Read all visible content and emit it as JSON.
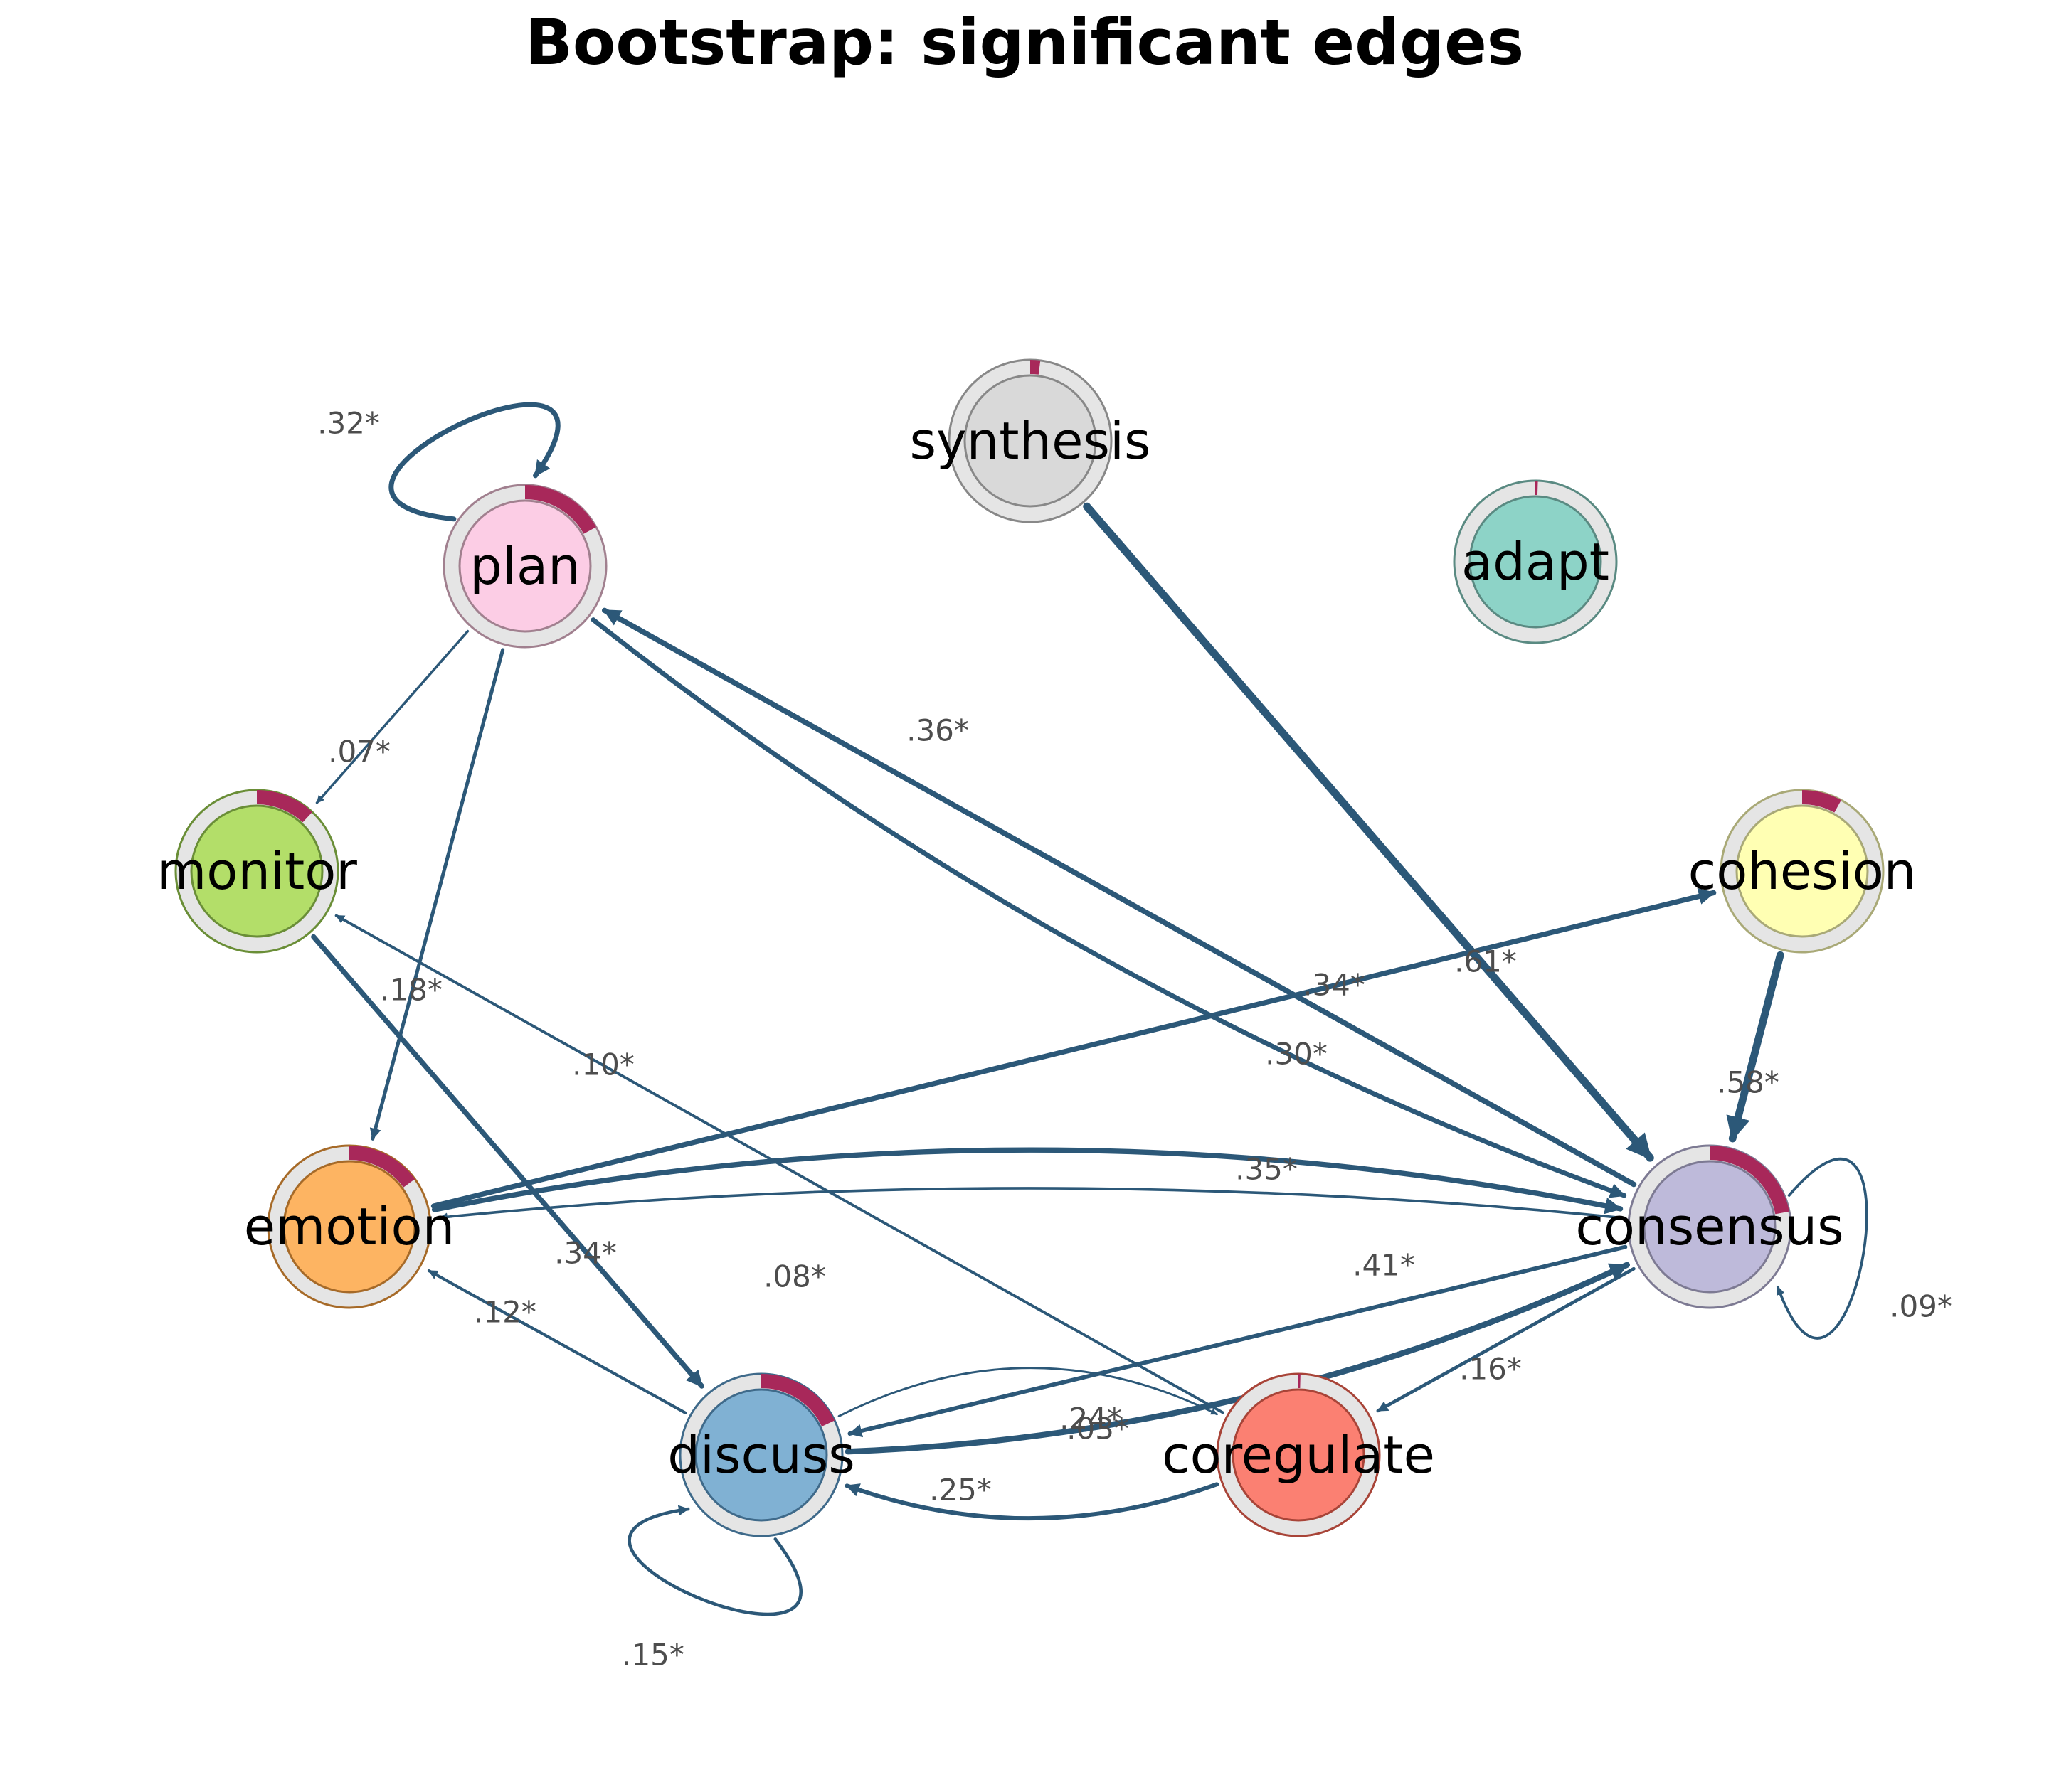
{
  "title": "Bootstrap: significant edges",
  "colors": {
    "edge": "#2c5878",
    "ring_background": "#e5e5e5",
    "ring_fill": "#a8285a",
    "edge_label": "#4d4d4d"
  },
  "nodes": [
    {
      "id": "plan",
      "label": "plan",
      "fill": "#fccde5",
      "ring_fraction": 0.17,
      "border": "#a1808f"
    },
    {
      "id": "synthesis",
      "label": "synthesis",
      "fill": "#d9d9d9",
      "ring_fraction": 0.02,
      "border": "#888888"
    },
    {
      "id": "adapt",
      "label": "adapt",
      "fill": "#8dd3c7",
      "ring_fraction": 0.005,
      "border": "#5a8a82"
    },
    {
      "id": "monitor",
      "label": "monitor",
      "fill": "#b3de69",
      "ring_fraction": 0.12,
      "border": "#6a8e37"
    },
    {
      "id": "cohesion",
      "label": "cohesion",
      "fill": "#ffffb3",
      "ring_fraction": 0.08,
      "border": "#a9a977"
    },
    {
      "id": "emotion",
      "label": "emotion",
      "fill": "#fdb462",
      "ring_fraction": 0.15,
      "border": "#a66a28"
    },
    {
      "id": "consensus",
      "label": "consensus",
      "fill": "#bebada",
      "ring_fraction": 0.22,
      "border": "#7d7a93"
    },
    {
      "id": "discuss",
      "label": "discuss",
      "fill": "#80b1d3",
      "ring_fraction": 0.18,
      "border": "#3f6a8a"
    },
    {
      "id": "coregulate",
      "label": "coregulate",
      "fill": "#fb8072",
      "ring_fraction": 0.004,
      "border": "#a84438"
    }
  ],
  "edges": [
    {
      "from": "plan",
      "to": "plan",
      "label": ".32*",
      "weight": 0.32
    },
    {
      "from": "plan",
      "to": "monitor",
      "label": ".07*",
      "weight": 0.07
    },
    {
      "from": "plan",
      "to": "emotion",
      "label": ".18*",
      "weight": 0.18
    },
    {
      "from": "plan",
      "to": "consensus",
      "label": ".30*",
      "weight": 0.3
    },
    {
      "from": "consensus",
      "to": "plan",
      "label": ".36*",
      "weight": 0.36
    },
    {
      "from": "synthesis",
      "to": "consensus",
      "label": ".61*",
      "weight": 0.61
    },
    {
      "from": "cohesion",
      "to": "consensus",
      "label": ".58*",
      "weight": 0.58
    },
    {
      "from": "emotion",
      "to": "cohesion",
      "label": ".34*",
      "weight": 0.34
    },
    {
      "from": "emotion",
      "to": "consensus",
      "label": ".35*",
      "weight": 0.35
    },
    {
      "from": "consensus",
      "to": "emotion",
      "label": ".08*",
      "weight": 0.08
    },
    {
      "from": "monitor",
      "to": "discuss",
      "label": ".34*",
      "weight": 0.34
    },
    {
      "from": "coregulate",
      "to": "monitor",
      "label": ".10*",
      "weight": 0.1
    },
    {
      "from": "discuss",
      "to": "emotion",
      "label": ".12*",
      "weight": 0.12
    },
    {
      "from": "discuss",
      "to": "consensus",
      "label": ".41*",
      "weight": 0.41
    },
    {
      "from": "consensus",
      "to": "discuss",
      "label": ".24*",
      "weight": 0.24
    },
    {
      "from": "consensus",
      "to": "coregulate",
      "label": ".16*",
      "weight": 0.16
    },
    {
      "from": "consensus",
      "to": "consensus",
      "label": ".09*",
      "weight": 0.09
    },
    {
      "from": "discuss",
      "to": "coregulate",
      "label": ".03*",
      "weight": 0.03
    },
    {
      "from": "coregulate",
      "to": "discuss",
      "label": ".25*",
      "weight": 0.25
    },
    {
      "from": "discuss",
      "to": "discuss",
      "label": ".15*",
      "weight": 0.15
    }
  ]
}
